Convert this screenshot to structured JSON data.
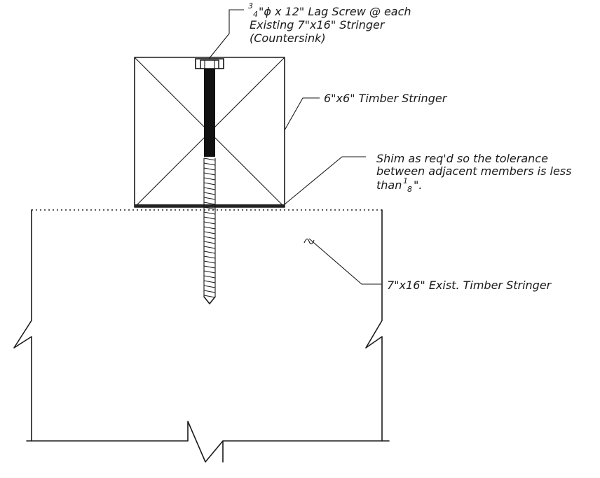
{
  "labels": {
    "lag_screw_frac_num": "3",
    "lag_screw_frac_den": "4",
    "lag_screw_line1_rest": "\"ϕ x 12\" Lag Screw @ each",
    "lag_screw_line2": "Existing 7\"x16\" Stringer",
    "lag_screw_line3": "(Countersink)",
    "timber_stringer": "6\"x6\" Timber Stringer",
    "shim_line1": "Shim as req'd so the tolerance",
    "shim_line2": "between adjacent members is less",
    "shim_line3_pre": "than",
    "shim_frac_num": "1",
    "shim_frac_den": "8",
    "shim_line3_post": "\".",
    "existing_stringer": "7\"x16\" Exist. Timber Stringer"
  }
}
